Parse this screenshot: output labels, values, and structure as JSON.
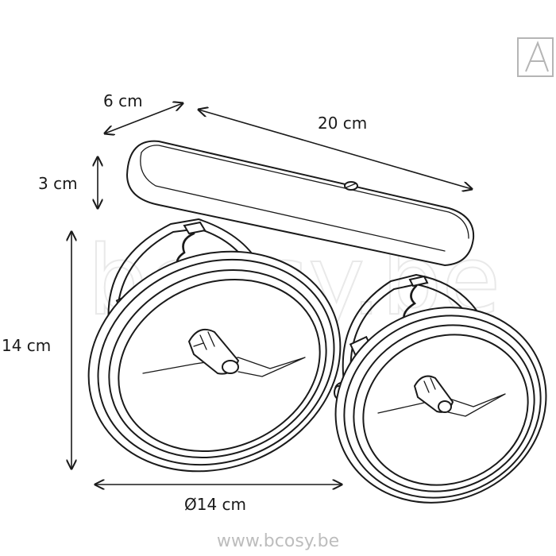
{
  "dimensions": {
    "depth": "6 cm",
    "length": "20 cm",
    "base_height": "3 cm",
    "total_height": "14 cm",
    "diameter": "Ø14 cm"
  },
  "watermark": {
    "site": "www.bcosy.be",
    "faint_brand": "bcosy.be"
  },
  "colors": {
    "line": "#1a1a1a",
    "background": "#ffffff",
    "watermark": "#bdbdbd"
  }
}
